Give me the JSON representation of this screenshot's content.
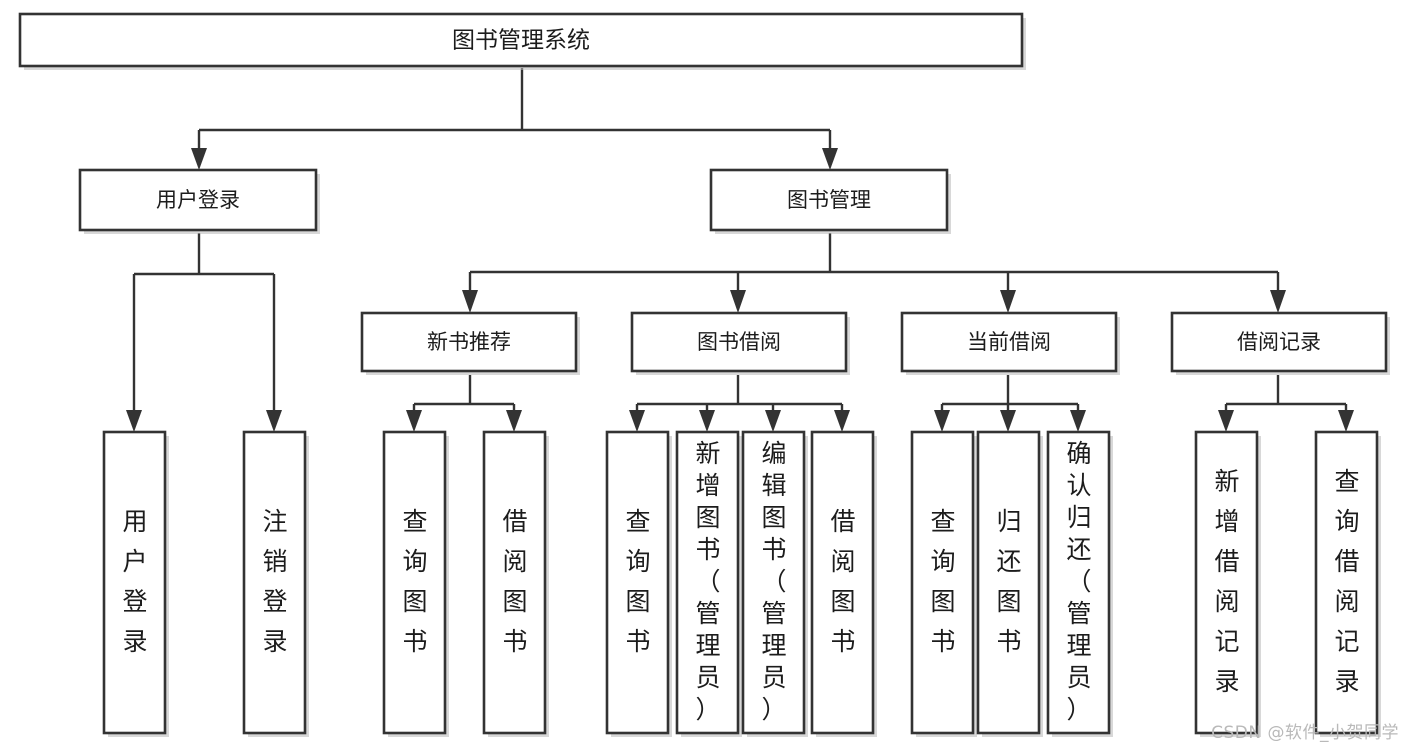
{
  "diagram": {
    "title": "图书管理系统",
    "type": "tree-hierarchy-chart",
    "root": {
      "id": "root",
      "label": "图书管理系统"
    },
    "level1": [
      {
        "id": "user-login",
        "label": "用户登录"
      },
      {
        "id": "book-manage",
        "label": "图书管理"
      }
    ],
    "level2": [
      {
        "id": "new-book-rec",
        "label": "新书推荐"
      },
      {
        "id": "book-borrow",
        "label": "图书借阅"
      },
      {
        "id": "current-borrow",
        "label": "当前借阅"
      },
      {
        "id": "borrow-record",
        "label": "借阅记录"
      }
    ],
    "leaves": {
      "user_login": [
        {
          "id": "leaf-user-login",
          "label": "用户登录"
        },
        {
          "id": "leaf-logout-login",
          "label": "注销登录"
        }
      ],
      "new_book_rec": [
        {
          "id": "leaf-query-book-1",
          "label": "查询图书"
        },
        {
          "id": "leaf-borrow-book-1",
          "label": "借阅图书"
        }
      ],
      "book_borrow": [
        {
          "id": "leaf-query-book-2",
          "label": "查询图书"
        },
        {
          "id": "leaf-add-book",
          "label": "新增图书（管理员）"
        },
        {
          "id": "leaf-edit-book",
          "label": "编辑图书（管理员）"
        },
        {
          "id": "leaf-borrow-book-2",
          "label": "借阅图书"
        }
      ],
      "current_borrow": [
        {
          "id": "leaf-query-book-3",
          "label": "查询图书"
        },
        {
          "id": "leaf-return-book",
          "label": "归还图书"
        },
        {
          "id": "leaf-confirm-return",
          "label": "确认归还（管理员）"
        }
      ],
      "borrow_record": [
        {
          "id": "leaf-add-record",
          "label": "新增借阅记录"
        },
        {
          "id": "leaf-query-record",
          "label": "查询借阅记录"
        }
      ]
    }
  },
  "watermark": {
    "text": "CSDN @软件_小贺同学"
  },
  "colors": {
    "background": "#ffffff",
    "box_stroke": "#333333",
    "box_fill": "#ffffff",
    "text": "#1c1c1c",
    "watermark": "#b9b9b9"
  }
}
